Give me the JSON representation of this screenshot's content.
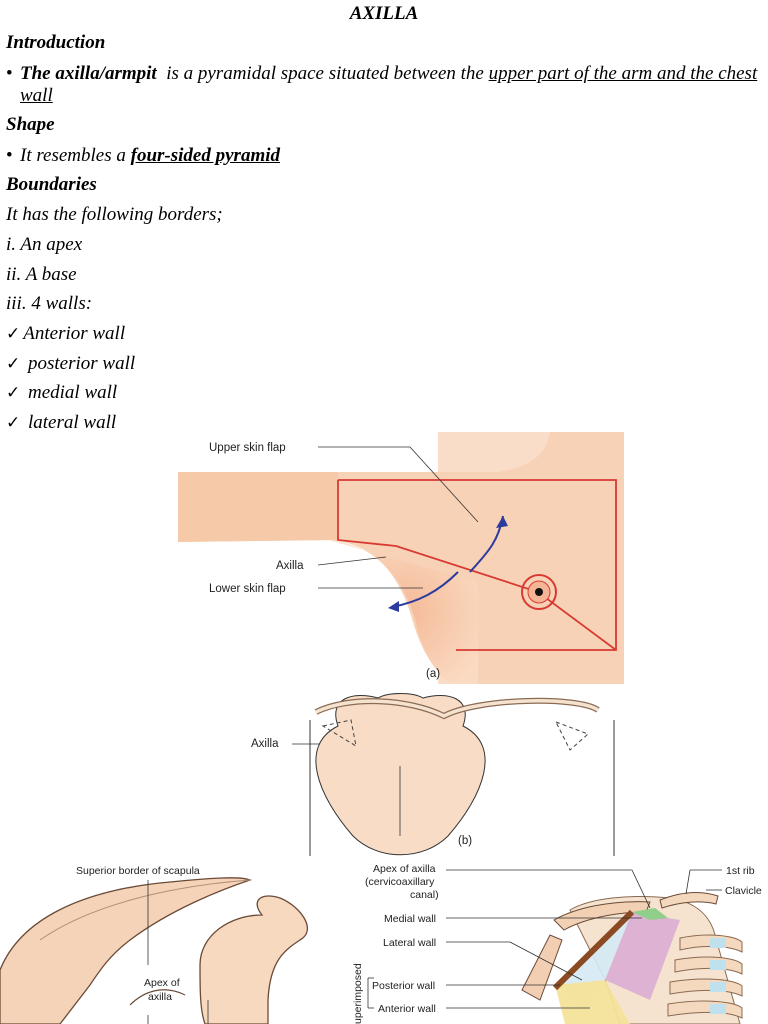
{
  "title": "AXILLA",
  "intro": {
    "heading": "Introduction",
    "bullet": "•",
    "lead": "The axilla/armpit",
    "text": "is a pyramidal space situated between the",
    "underlined": "upper part of the arm and the chest wall"
  },
  "shape": {
    "heading": "Shape",
    "bullet": "•",
    "text": "It resembles a",
    "emphasis": "four-sided pyramid"
  },
  "boundaries": {
    "heading": "Boundaries",
    "lead": "It has the following borders;",
    "items": [
      "i. An apex",
      "ii. A base",
      "iii. 4 walls:"
    ],
    "walls": [
      "Anterior wall",
      "posterior wall",
      "medial wall",
      "lateral wall"
    ],
    "check": "✓"
  },
  "figure_a": {
    "labels": {
      "upper": "Upper skin flap",
      "axilla": "Axilla",
      "lower": "Lower skin flap",
      "caption": "(a)"
    }
  },
  "figure_b": {
    "labels": {
      "axilla": "Axilla",
      "caption": "(b)"
    }
  },
  "figure_c": {
    "labels": {
      "superior": "Superior border of scapula",
      "apex1": "Apex of",
      "apex2": "axilla"
    }
  },
  "figure_d": {
    "labels": {
      "apex1": "Apex of axilla",
      "apex2": "(cervicoaxillary",
      "apex3": "canal)",
      "medial": "Medial wall",
      "lateral": "Lateral wall",
      "posterior": "Posterior wall",
      "anterior": "Anterior wall",
      "superimposed": "uperimposed",
      "rib": "1st rib",
      "clavicle": "Clavicle"
    }
  }
}
